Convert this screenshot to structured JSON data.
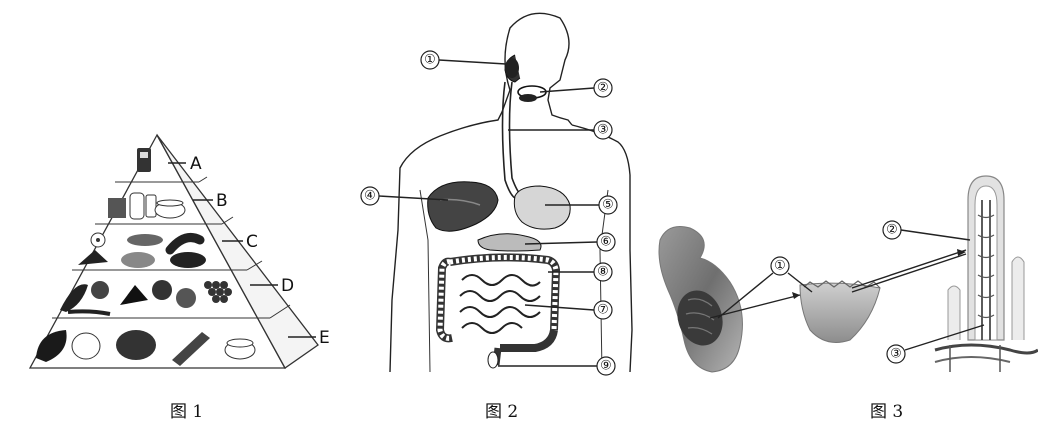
{
  "figure1": {
    "caption": "图 1",
    "levels": [
      {
        "label": "A"
      },
      {
        "label": "B"
      },
      {
        "label": "C"
      },
      {
        "label": "D"
      },
      {
        "label": "E"
      }
    ]
  },
  "figure2": {
    "caption": "图 2",
    "markers": [
      "①",
      "②",
      "③",
      "④",
      "⑤",
      "⑥",
      "⑧",
      "⑦",
      "⑨"
    ]
  },
  "figure3": {
    "caption": "图 3",
    "markers": [
      "①",
      "②",
      "③"
    ]
  }
}
